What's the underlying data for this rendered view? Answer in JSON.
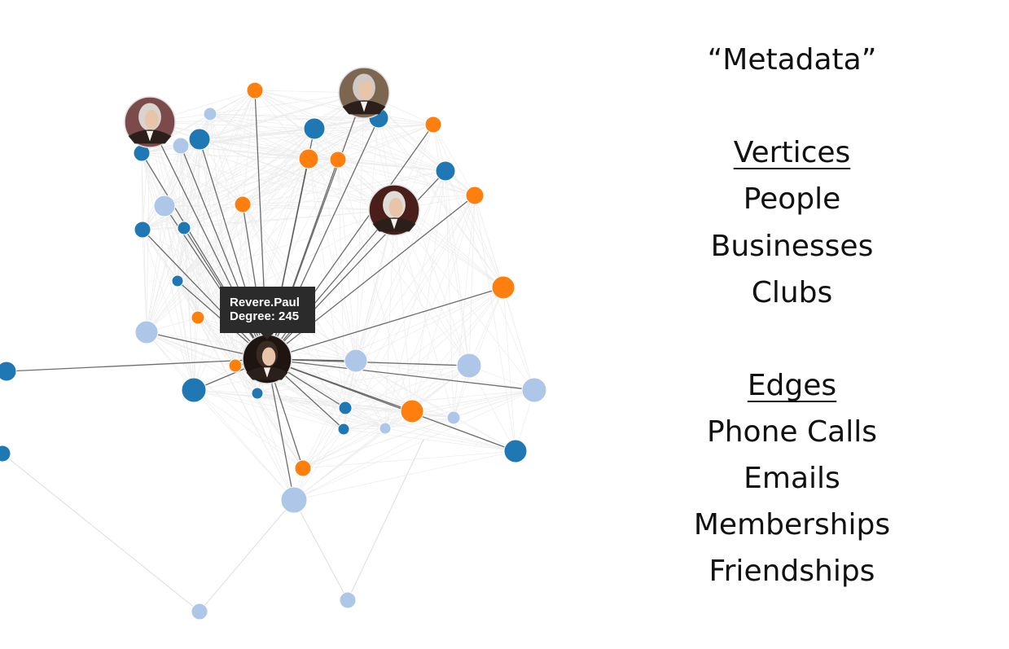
{
  "tooltip": {
    "name": "Revere.Paul",
    "degree": "Degree: 245"
  },
  "panel": {
    "title": "“Metadata”",
    "vertices_heading": "Vertices",
    "vertices": [
      "People",
      "Businesses",
      "Clubs"
    ],
    "edges_heading": "Edges",
    "edges": [
      "Phone Calls",
      "Emails",
      "Memberships",
      "Friendships"
    ]
  },
  "colors": {
    "dark_blue": "#1f77b4",
    "light_blue": "#aec7e8",
    "orange": "#ff7f0e",
    "edge_highlight": "#555555",
    "edge_faint": "#dddddd",
    "tooltip_bg": "#2b2b2b"
  },
  "icons": {
    "portrait": "portrait-avatar-icon"
  }
}
